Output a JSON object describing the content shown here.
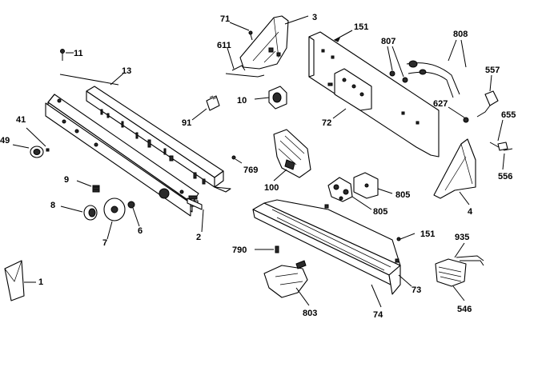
{
  "labels": {
    "l71": "71",
    "l3": "3",
    "l151a": "151",
    "l807": "807",
    "l808": "808",
    "l611": "611",
    "l11": "11",
    "l13": "13",
    "l557": "557",
    "l10": "10",
    "l627": "627",
    "l72": "72",
    "l91": "91",
    "l41": "41",
    "l655": "655",
    "l49": "49",
    "l769": "769",
    "l556": "556",
    "l9": "9",
    "l100": "100",
    "l805a": "805",
    "l4": "4",
    "l8a": "8",
    "l805b": "805",
    "l6": "6",
    "l2": "2",
    "l7": "7",
    "l151b": "151",
    "l935": "935",
    "l790": "790",
    "l73": "73",
    "l1": "1",
    "l803": "803",
    "l74": "74",
    "l546": "546"
  }
}
